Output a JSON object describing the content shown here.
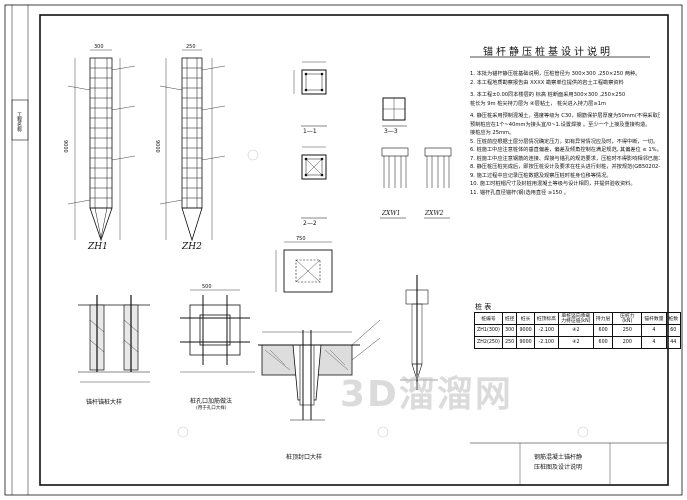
{
  "design_notes": {
    "title": "锚杆静压桩基设计说明",
    "items": [
      "1. 本批为锚杆静压桩基础说明，压桩管径为 300×300 ,250×250 两种。",
      "2. 本工程地质勘察报告由 XXXX 勘察单位提供的岩土工程勘察资料",
      "3. 本工程±0.00同本楼层的     标高          桩断面采用300×300 ,250×250",
      "   桩长为 9m      桩尖持力层为 ④层粘土，   桩尖进入持力层≥1m",
      "4. 静压桩采用预制混凝土，强度等级为 C30，钢筋保护层厚度为50mm(不得采取压缩方式)，",
      "   预制桩应在1个~40mm为接头宜/0~1.设置焊接 。至少一个上接及重接构造。",
      "   接桩应为 25mm。",
      "5. 压桩前应根据土层分层情况确定压力，如有异常情况应及时，不得中断，一切。",
      "6. 桩施工中应注意桩体的垂直偏差，偏差及倾角控制在满足规范, 其偏差位 ≤ 1%。",
      "7. 桩施工中应注意钢筋的连接、焊接与锚孔的规范要求，压桩时不得影响相邻已施工桩孔。",
      "8. 静压桩压桩完成后，即按压桩设计及要求在柱头进行封桩，并按规范(GB50202-2002)执行。",
      "9. 施工过程中应记录压桩数据及观察压桩时桩身位移等情况。",
      "10. 施工时桩帽尺寸及封桩用混凝土等级与设计相同，并提供验收资料。",
      "11. 锚杆孔直径锚杆(钢)选用直径 ≥150 。"
    ]
  },
  "pile_table": {
    "title": "桩 表",
    "headers": [
      "桩编号",
      "桩径",
      "桩长",
      "桩顶标高",
      "单桩竖向承载力特征值(kN)",
      "持力层",
      "压桩力(kN)",
      "锚杆数量",
      "桩数"
    ],
    "rows": [
      [
        "ZH1(300)",
        "300",
        "9000",
        "-2.100",
        "④2",
        "600",
        "250",
        "4",
        "60"
      ],
      [
        "ZH2(250)",
        "250",
        "9000",
        "-2.100",
        "④2",
        "600",
        "200",
        "4",
        "44"
      ]
    ]
  },
  "labels": {
    "zh1": "ZH1",
    "zh2": "ZH2",
    "sec11": "1—1",
    "sec22": "2—2",
    "sec33": "3—3",
    "zxw1": "ZXW1",
    "zxw2": "ZXW2",
    "anchor_detail": "锚杆锚桩大样",
    "hole_detail": "桩孔口加筋做法",
    "hole_detail_sub": "(用于孔口大样)",
    "cap_detail": "桩顶封口大样",
    "side_tag": "工程名称",
    "dim_300": "300",
    "dim_250": "250",
    "dim_9000": "9000",
    "dim_750": "750",
    "dim_500": "500"
  },
  "sheet_title": {
    "line1": "钢筋混凝土锚杆静",
    "line2": "压桩图及设计说明"
  },
  "watermark": "3D溜溜网"
}
